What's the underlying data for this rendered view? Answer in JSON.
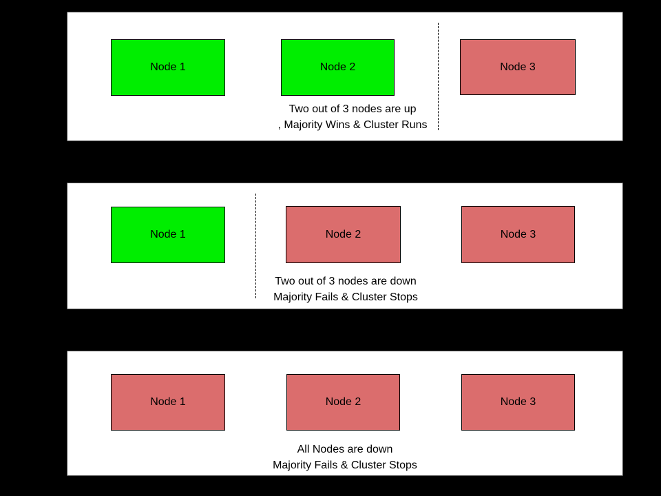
{
  "colors": {
    "page_background": "#000000",
    "panel_background": "#ffffff",
    "panel_border": "#4d4d4d",
    "node_up": "#00ee00",
    "node_down": "#db6d6d",
    "node_border": "#000000",
    "text": "#000000"
  },
  "panels": [
    {
      "id": "majority-up",
      "nodes": [
        {
          "label": "Node 1",
          "state": "up"
        },
        {
          "label": "Node 2",
          "state": "up"
        },
        {
          "label": "Node 3",
          "state": "down"
        }
      ],
      "caption": {
        "line1": "Two out of 3 nodes are up",
        "line2": ", Majority Wins & Cluster Runs"
      },
      "partition": "dashed divider between Node 2 and Node 3"
    },
    {
      "id": "majority-down",
      "nodes": [
        {
          "label": "Node 1",
          "state": "up"
        },
        {
          "label": "Node 2",
          "state": "down"
        },
        {
          "label": "Node 3",
          "state": "down"
        }
      ],
      "caption": {
        "line1": "Two out of 3 nodes are down",
        "line2": "Majority Fails & Cluster Stops"
      },
      "partition": "dashed divider between Node 1 and Node 2"
    },
    {
      "id": "all-down",
      "nodes": [
        {
          "label": "Node 1",
          "state": "down"
        },
        {
          "label": "Node 2",
          "state": "down"
        },
        {
          "label": "Node 3",
          "state": "down"
        }
      ],
      "caption": {
        "line1": "All Nodes are down",
        "line2": "Majority Fails & Cluster Stops"
      },
      "partition": null
    }
  ]
}
